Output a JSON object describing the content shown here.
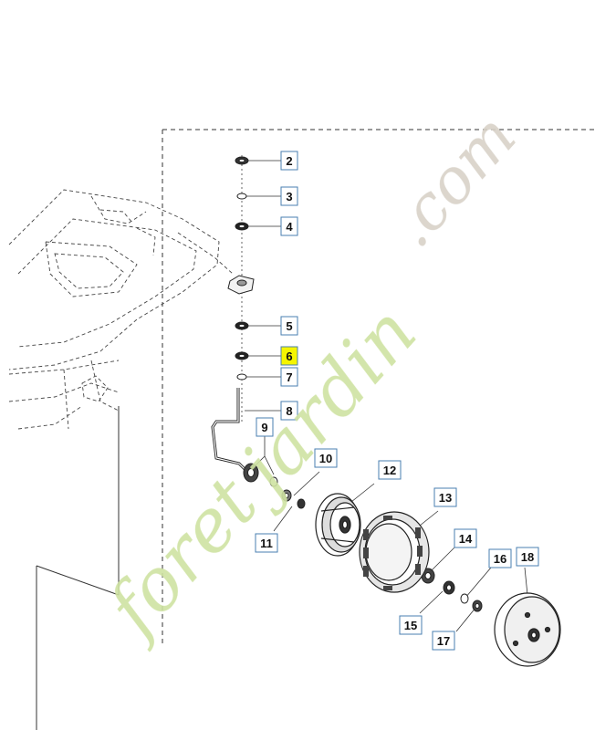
{
  "diagram": {
    "callouts": [
      {
        "id": 2,
        "label": "2"
      },
      {
        "id": 3,
        "label": "3"
      },
      {
        "id": 4,
        "label": "4"
      },
      {
        "id": 5,
        "label": "5"
      },
      {
        "id": 6,
        "label": "6",
        "highlighted": true
      },
      {
        "id": 7,
        "label": "7"
      },
      {
        "id": 8,
        "label": "8"
      },
      {
        "id": 9,
        "label": "9"
      },
      {
        "id": 10,
        "label": "10"
      },
      {
        "id": 11,
        "label": "11"
      },
      {
        "id": 12,
        "label": "12"
      },
      {
        "id": 13,
        "label": "13"
      },
      {
        "id": 14,
        "label": "14"
      },
      {
        "id": 15,
        "label": "15"
      },
      {
        "id": 16,
        "label": "16"
      },
      {
        "id": 17,
        "label": "17"
      },
      {
        "id": 18,
        "label": "18"
      }
    ],
    "highlight_color": "#f5f500",
    "callout_border_color": "#4a7fb0"
  },
  "watermark": {
    "part1": "foret",
    "part2": "jardin",
    "part3": ".com",
    "green": "#cfe3a2",
    "grey": "#d8d2c8"
  }
}
